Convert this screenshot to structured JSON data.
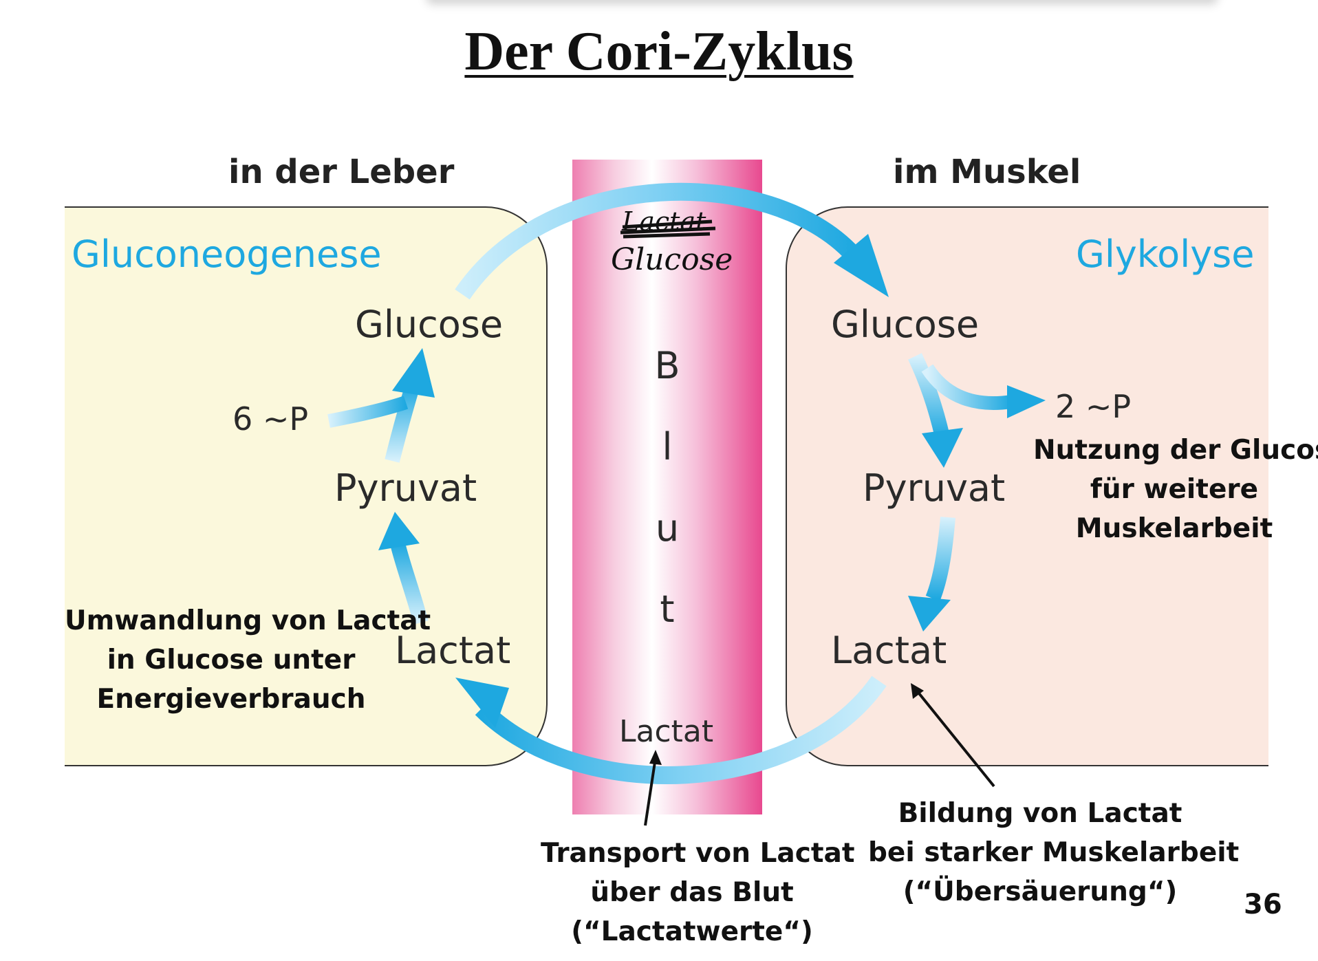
{
  "title": "Der Cori-Zyklus",
  "liver": {
    "heading": "in der Leber",
    "pathway": "Gluconeogenese",
    "glucose": "Glucose",
    "energy": "6 ~P",
    "pyruvat": "Pyruvat",
    "lactat": "Lactat",
    "note_lines": [
      "Umwandlung von Lactat",
      "in Glucose unter",
      "Energieverbrauch"
    ]
  },
  "muscle": {
    "heading": "im Muskel",
    "pathway": "Glykolyse",
    "glucose": "Glucose",
    "energy": "2 ~P",
    "pyruvat": "Pyruvat",
    "lactat": "Lactat",
    "usage_lines": [
      "Nutzung der Glucose",
      "für weitere",
      "Muskelarbeit"
    ],
    "formation_lines": [
      "Bildung von Lactat",
      "bei starker Muskelarbeit",
      "(“Übersäuerung“)"
    ]
  },
  "blood": {
    "letters": [
      "B",
      "l",
      "u",
      "t"
    ],
    "top_struck": "Lactat",
    "top_handwritten": "Glucose",
    "bottom_label": "Lactat",
    "transport_lines": [
      "Transport von Lactat",
      "über das Blut",
      "(“Lactatwerte“)"
    ]
  },
  "page_number": "36",
  "colors": {
    "arrow": "#1ea8e0",
    "pathway_text": "#1ea8e0",
    "liver_bg": "#fbf8dc",
    "muscle_bg": "#fbe8e0",
    "blood_dark": "#e8498f"
  }
}
